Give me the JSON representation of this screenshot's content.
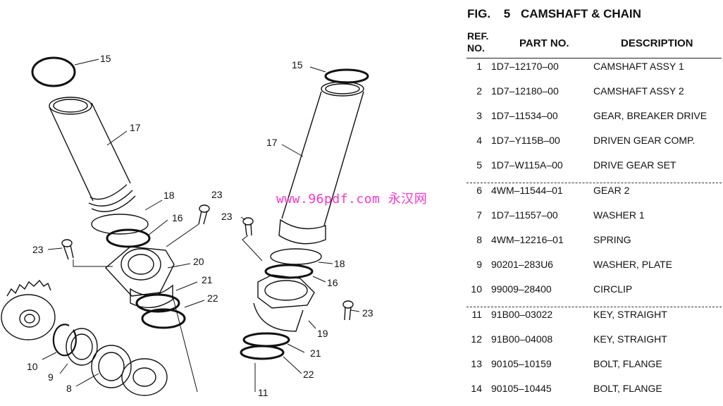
{
  "watermark": "www.96pdf.com 永汉网",
  "figure": {
    "label": "FIG.",
    "number": "5",
    "title": "CAMSHAFT & CHAIN"
  },
  "table": {
    "headers": {
      "ref": "REF. NO.",
      "part_no": "PART NO.",
      "description": "DESCRIPTION"
    },
    "rows": [
      {
        "ref": "1",
        "part_no": "1D7–12170–00",
        "description": "CAMSHAFT ASSY 1",
        "group_start": false
      },
      {
        "ref": "2",
        "part_no": "1D7–12180–00",
        "description": "CAMSHAFT ASSY 2",
        "group_start": false
      },
      {
        "ref": "3",
        "part_no": "1D7–11534–00",
        "description": "GEAR, BREAKER DRIVE",
        "group_start": false
      },
      {
        "ref": "4",
        "part_no": "1D7–Y115B–00",
        "description": "DRIVEN GEAR COMP.",
        "group_start": false
      },
      {
        "ref": "5",
        "part_no": "1D7–W115A–00",
        "description": "DRIVE GEAR SET",
        "group_start": false
      },
      {
        "ref": "6",
        "part_no": "4WM–11544–01",
        "description": "GEAR 2",
        "group_start": true
      },
      {
        "ref": "7",
        "part_no": "1D7–11557–00",
        "description": "WASHER 1",
        "group_start": false
      },
      {
        "ref": "8",
        "part_no": "4WM–12216–01",
        "description": "SPRING",
        "group_start": false
      },
      {
        "ref": "9",
        "part_no": "90201–283U6",
        "description": "WASHER, PLATE",
        "group_start": false
      },
      {
        "ref": "10",
        "part_no": "99009–28400",
        "description": "CIRCLIP",
        "group_start": false
      },
      {
        "ref": "11",
        "part_no": "91B00–03022",
        "description": "KEY, STRAIGHT",
        "group_start": true
      },
      {
        "ref": "12",
        "part_no": "91B00–04008",
        "description": "KEY, STRAIGHT",
        "group_start": false
      },
      {
        "ref": "13",
        "part_no": "90105–10159",
        "description": "BOLT, FLANGE",
        "group_start": false
      },
      {
        "ref": "14",
        "part_no": "90105–10445",
        "description": "BOLT, FLANGE",
        "group_start": false
      }
    ]
  },
  "diagram_labels": [
    {
      "id": "lbl-15a",
      "text": "15"
    },
    {
      "id": "lbl-17a",
      "text": "17"
    },
    {
      "id": "lbl-18a",
      "text": "18"
    },
    {
      "id": "lbl-16a",
      "text": "16"
    },
    {
      "id": "lbl-23a",
      "text": "23"
    },
    {
      "id": "lbl-23b",
      "text": "23"
    },
    {
      "id": "lbl-20",
      "text": "20"
    },
    {
      "id": "lbl-21a",
      "text": "21"
    },
    {
      "id": "lbl-22a",
      "text": "22"
    },
    {
      "id": "lbl-10",
      "text": "10"
    },
    {
      "id": "lbl-9",
      "text": "9"
    },
    {
      "id": "lbl-8",
      "text": "8"
    },
    {
      "id": "lbl-15b",
      "text": "15"
    },
    {
      "id": "lbl-17b",
      "text": "17"
    },
    {
      "id": "lbl-23c",
      "text": "23"
    },
    {
      "id": "lbl-18b",
      "text": "18"
    },
    {
      "id": "lbl-16b",
      "text": "16"
    },
    {
      "id": "lbl-23d",
      "text": "23"
    },
    {
      "id": "lbl-19",
      "text": "19"
    },
    {
      "id": "lbl-21b",
      "text": "21"
    },
    {
      "id": "lbl-22b",
      "text": "22"
    },
    {
      "id": "lbl-11",
      "text": "11"
    }
  ]
}
